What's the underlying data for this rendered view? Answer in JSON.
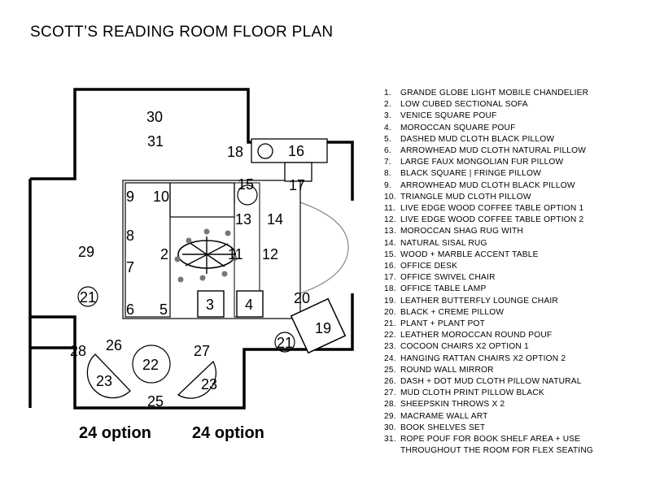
{
  "title": "SCOTT’S READING ROOM FLOOR PLAN",
  "plan_labels": {
    "n30": "30",
    "n31": "31",
    "n18": "18",
    "n16": "16",
    "n15": "15",
    "n17": "17",
    "n9": "9",
    "n10": "10",
    "n13": "13",
    "n14": "14",
    "n8": "8",
    "n29": "29",
    "n2": "2",
    "n11": "11",
    "n12": "12",
    "n7": "7",
    "n21a": "21",
    "n6": "6",
    "n5": "5",
    "n3": "3",
    "n4": "4",
    "n20": "20",
    "n19": "19",
    "n21b": "21",
    "n28": "28",
    "n26": "26",
    "n22": "22",
    "n27": "27",
    "n23a": "23",
    "n23b": "23",
    "n25": "25"
  },
  "options": {
    "left": "24 option",
    "right": "24 option"
  },
  "legend": [
    {
      "num": "1.",
      "text": "GRANDE GLOBE LIGHT MOBILE CHANDELIER"
    },
    {
      "num": "2.",
      "text": "LOW CUBED SECTIONAL SOFA"
    },
    {
      "num": "3.",
      "text": "VENICE SQUARE POUF"
    },
    {
      "num": "4.",
      "text": "MOROCCAN SQUARE POUF"
    },
    {
      "num": "5.",
      "text": "DASHED MUD CLOTH BLACK PILLOW"
    },
    {
      "num": "6.",
      "text": "ARROWHEAD MUD CLOTH NATURAL PILLOW"
    },
    {
      "num": "7.",
      "text": "LARGE FAUX MONGOLIAN FUR PILLOW"
    },
    {
      "num": "8.",
      "text": "BLACK SQUARE | FRINGE PILLOW"
    },
    {
      "num": "9.",
      "text": "ARROWHEAD MUD CLOTH BLACK PILLOW"
    },
    {
      "num": "10.",
      "text": "TRIANGLE MUD CLOTH PILLOW"
    },
    {
      "num": "11.",
      "text": "LIVE EDGE WOOD COFFEE TABLE OPTION 1"
    },
    {
      "num": "12.",
      "text": "LIVE EDGE WOOD COFFEE TABLE OPTION 2"
    },
    {
      "num": "13.",
      "text": "MOROCCAN SHAG RUG WITH"
    },
    {
      "num": "14.",
      "text": "NATURAL SISAL RUG"
    },
    {
      "num": "15.",
      "text": "WOOD + MARBLE ACCENT TABLE"
    },
    {
      "num": "16.",
      "text": "OFFICE DESK"
    },
    {
      "num": "17.",
      "text": "OFFICE SWIVEL CHAIR"
    },
    {
      "num": "18.",
      "text": "OFFICE TABLE LAMP"
    },
    {
      "num": "19.",
      "text": "LEATHER BUTTERFLY LOUNGE CHAIR"
    },
    {
      "num": "20.",
      "text": "BLACK + CREME PILLOW"
    },
    {
      "num": "21.",
      "text": "PLANT + PLANT POT"
    },
    {
      "num": "22.",
      "text": "LEATHER MOROCCAN ROUND POUF"
    },
    {
      "num": "23.",
      "text": "COCOON CHAIRS X2 OPTION 1"
    },
    {
      "num": "24.",
      "text": "HANGING RATTAN CHAIRS X2 OPTION 2"
    },
    {
      "num": "25.",
      "text": "ROUND WALL MIRROR"
    },
    {
      "num": "26.",
      "text": "DASH + DOT MUD CLOTH PILLOW NATURAL"
    },
    {
      "num": "27.",
      "text": "MUD CLOTH PRINT PILLOW BLACK"
    },
    {
      "num": "28.",
      "text": "SHEEPSKIN THROWS X 2"
    },
    {
      "num": "29.",
      "text": "MACRAME WALL ART"
    },
    {
      "num": "30.",
      "text": "BOOK SHELVES SET"
    },
    {
      "num": "31.",
      "text": "ROPE POUF FOR BOOK SHELF AREA + USE\nTHROUGHOUT THE ROOM FOR FLEX SEATING"
    }
  ]
}
